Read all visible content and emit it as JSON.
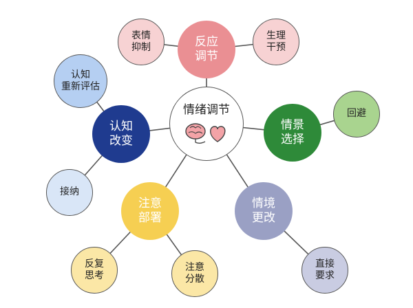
{
  "center": {
    "title": "情绪调节",
    "icons": [
      "brain-icon",
      "heart-icon"
    ]
  },
  "nodes": {
    "response": {
      "lines": [
        "反应",
        "调节"
      ],
      "color": "#ea8f93"
    },
    "cognitive": {
      "lines": [
        "认知",
        "改变"
      ],
      "color": "#1f3b8f"
    },
    "situation_select": {
      "lines": [
        "情景",
        "选择"
      ],
      "color": "#2e8a39"
    },
    "attention": {
      "lines": [
        "注意",
        "部署"
      ],
      "color": "#f6cf52"
    },
    "situation_modify": {
      "lines": [
        "情境",
        "更改"
      ],
      "color": "#9aa0c4"
    }
  },
  "leaves": {
    "suppression": {
      "lines": [
        "表情",
        "抑制"
      ],
      "color": "#f7d2d3"
    },
    "physiology": {
      "lines": [
        "生理",
        "干预"
      ],
      "color": "#f7d2d3"
    },
    "reappraisal": {
      "lines": [
        "认知",
        "重新评估"
      ],
      "color": "#b5cff2"
    },
    "acceptance": {
      "lines": [
        "接纳"
      ],
      "color": "#d9e6f7"
    },
    "avoidance": {
      "lines": [
        "回避"
      ],
      "color": "#a9d48f"
    },
    "rumination": {
      "lines": [
        "反复",
        "思考"
      ],
      "color": "#fbe7a6"
    },
    "distraction": {
      "lines": [
        "注意",
        "分散"
      ],
      "color": "#fbe7a6"
    },
    "direct_demand": {
      "lines": [
        "直接",
        "要求"
      ],
      "color": "#c9cce2"
    }
  }
}
